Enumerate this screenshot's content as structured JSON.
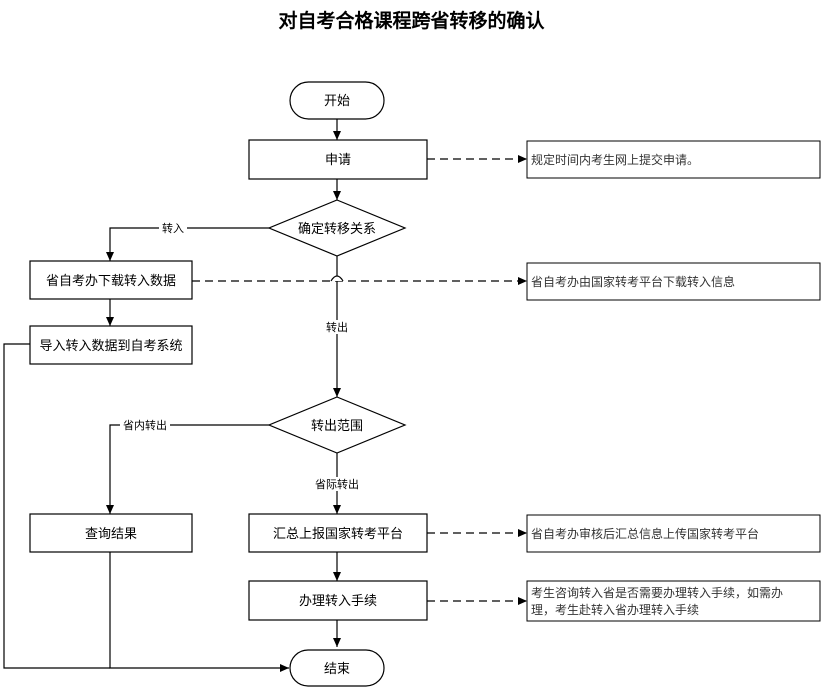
{
  "title": "对自考合格课程跨省转移的确认",
  "nodes": {
    "start": "开始",
    "apply": "申请",
    "confirm": "确定转移关系",
    "download": "省自考办下载转入数据",
    "import": "导入转入数据到自考系统",
    "scope": "转出范围",
    "query": "查询结果",
    "report": "汇总上报国家转考平台",
    "process": "办理转入手续",
    "end": "结束"
  },
  "edge_labels": {
    "transfer_in": "转入",
    "transfer_out": "转出",
    "intra_province": "省内转出",
    "inter_province": "省际转出"
  },
  "notes": {
    "apply": "规定时间内考生网上提交申请。",
    "download": "省自考办由国家转考平台下载转入信息",
    "report": "省自考办审核后汇总信息上传国家转考平台",
    "process_line1": "考生咨询转入省是否需要办理转入手续，如需办",
    "process_line2": "理，考生赴转入省办理转入手续"
  }
}
